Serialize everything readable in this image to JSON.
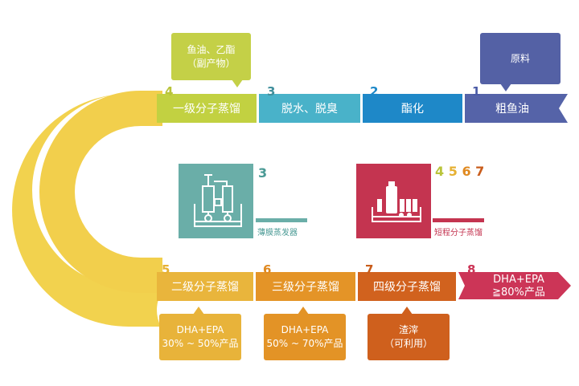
{
  "steps_top": [
    {
      "num": "4",
      "label": "一级分子蒸馏",
      "color": "#c2d141",
      "num_color": "#b9c43a"
    },
    {
      "num": "3",
      "label": "脱水、脱臭",
      "color": "#49b2c9",
      "num_color": "#3f8f9c"
    },
    {
      "num": "2",
      "label": "酯化",
      "color": "#1e88c8",
      "num_color": "#1e88c8"
    },
    {
      "num": "1",
      "label": "粗鱼油",
      "color": "#5563a8",
      "num_color": "#4a5aa6"
    }
  ],
  "steps_bottom": [
    {
      "num": "5",
      "label": "二级分子蒸馏",
      "color": "#e9b53c",
      "num_color": "#e6b133"
    },
    {
      "num": "6",
      "label": "三级分子蒸馏",
      "color": "#e49427",
      "num_color": "#e08a21"
    },
    {
      "num": "7",
      "label": "四级分子蒸馏",
      "color": "#d1621e",
      "num_color": "#c95d1c"
    },
    {
      "num": "8",
      "label_line1": "DHA+EPA",
      "label_line2": "≧80%产品",
      "color": "#cc3557",
      "num_color": "#cc3557"
    }
  ],
  "callouts_top": {
    "byproduct": {
      "line1": "鱼油、乙酯",
      "line2": "（副产物）"
    },
    "raw": {
      "line1": "原料"
    }
  },
  "callouts_bottom": [
    {
      "line1": "DHA+EPA",
      "line2": "30% ~ 50%产品"
    },
    {
      "line1": "DHA+EPA",
      "line2": "50% ~ 70%产品"
    },
    {
      "line1": "渣滓",
      "line2": "（可利用）"
    }
  ],
  "equipment": {
    "left": {
      "num": "3",
      "caption": "薄膜蒸发器",
      "color": "#6aaea8"
    },
    "right": {
      "nums": [
        "4",
        "5",
        "6",
        "7"
      ],
      "caption": "短程分子蒸馏",
      "color": "#c43450"
    }
  },
  "colors": {
    "track": "#f0d24c"
  }
}
